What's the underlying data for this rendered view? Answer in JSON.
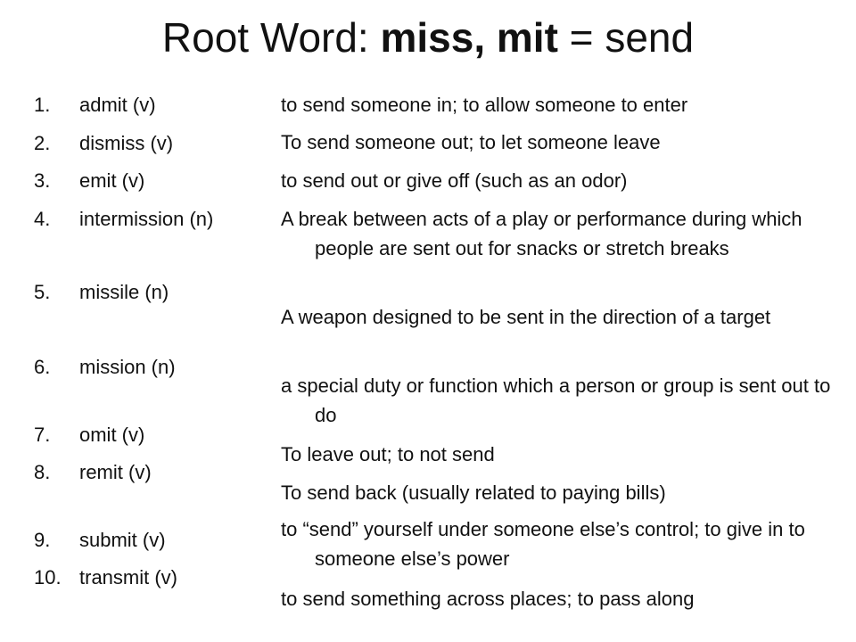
{
  "title": {
    "prefix": "Root Word: ",
    "root": "miss, mit",
    "suffix": " = send"
  },
  "terms": [
    {
      "num": "1.",
      "word": "admit (v)"
    },
    {
      "num": "2.",
      "word": "dismiss (v)"
    },
    {
      "num": "3.",
      "word": "emit (v)"
    },
    {
      "num": "4.",
      "word": "intermission (n)"
    },
    {
      "num": "5.",
      "word": "missile  (n)"
    },
    {
      "num": "6.",
      "word": "mission (n)"
    },
    {
      "num": "7.",
      "word": "omit (v)"
    },
    {
      "num": "8.",
      "word": "remit (v)"
    },
    {
      "num": "9.",
      "word": "submit (v)"
    },
    {
      "num": "10.",
      "word": "transmit (v)"
    }
  ],
  "definitions": [
    "to send someone in; to allow someone to enter",
    "To send someone out; to let someone leave",
    "to send out or give off (such as an odor)",
    "A break between acts of a play or performance during which people are sent out for snacks or stretch breaks",
    "A weapon designed to be sent in the direction of a target",
    " a special duty or function which a person or group is sent out to do",
    "To leave out; to not send",
    "To send back (usually related to paying bills)",
    "to “send” yourself under someone else’s control; to give in to someone else’s power",
    "to send something across places; to pass along"
  ]
}
